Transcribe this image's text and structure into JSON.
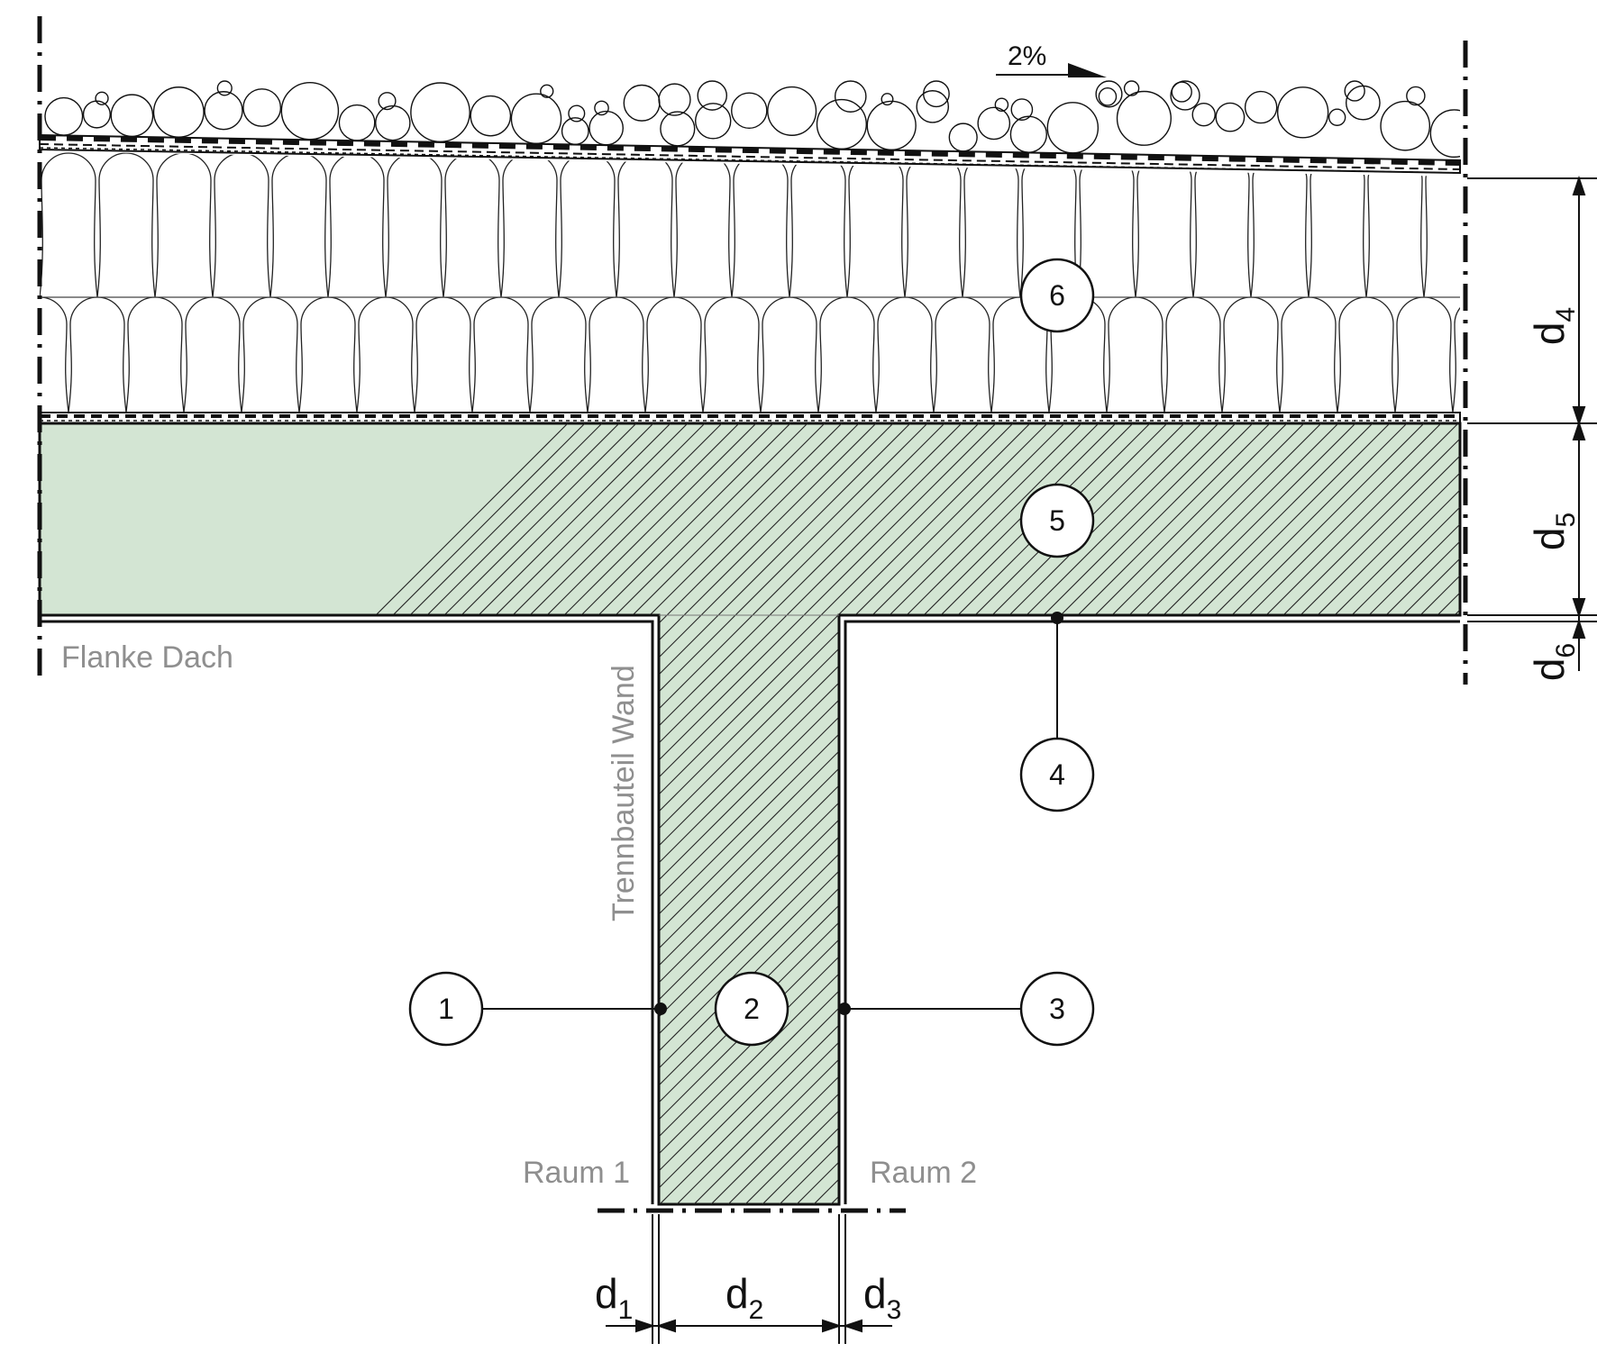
{
  "labels": {
    "flank": "Flanke Dach",
    "separating": "Trennbauteil Wand",
    "room1": "Raum 1",
    "room2": "Raum 2",
    "slope": "2%"
  },
  "callouts": {
    "c1": "1",
    "c2": "2",
    "c3": "3",
    "c4": "4",
    "c5": "5",
    "c6": "6"
  },
  "dimensions": {
    "d1": {
      "base": "d",
      "sub": "1"
    },
    "d2": {
      "base": "d",
      "sub": "2"
    },
    "d3": {
      "base": "d",
      "sub": "3"
    },
    "d4": {
      "base": "d",
      "sub": "4"
    },
    "d5": {
      "base": "d",
      "sub": "5"
    },
    "d6": {
      "base": "d",
      "sub": "6"
    }
  },
  "colors": {
    "concrete_fill": "#d3e5d3",
    "line": "#111111",
    "label_grey": "#8f8f8f"
  }
}
